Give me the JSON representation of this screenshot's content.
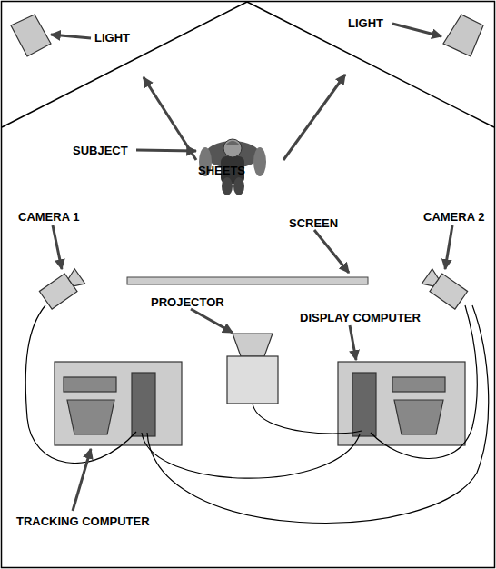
{
  "diagram": {
    "labels": [
      "LIGHT",
      "LIGHT",
      "SHEETS",
      "SUBJECT",
      "CAMERA 1",
      "SCREEN",
      "CAMERA 2",
      "PROJECTOR",
      "DISPLAY COMPUTER",
      "TRACKING COMPUTER"
    ]
  }
}
